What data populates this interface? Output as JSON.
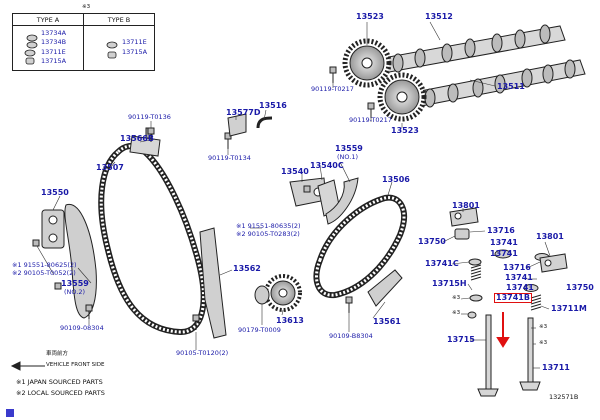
{
  "type_table": {
    "mark": "※3",
    "header_a": "TYPE A",
    "header_b": "TYPE B",
    "a_parts": [
      "13734A",
      "13734B",
      "13711E",
      "13715A"
    ],
    "b_parts": [
      "13711E",
      "13715A"
    ]
  },
  "camshaft_parts": [
    "13523",
    "13512",
    "90119-T0217",
    "90119-T0217",
    "13511",
    "13523"
  ],
  "timing_parts": [
    "90119-T0136",
    "13577D",
    "13516",
    "13566B",
    "90119-T0134",
    "13559",
    "(NO.1)",
    "13507",
    "13540",
    "13540C",
    "13506"
  ],
  "left_parts": [
    "13550",
    "※1 91551-80625(2)",
    "※2 90105-T0052(2)",
    "13559",
    "(NO.2)",
    "90109-08304"
  ],
  "center_parts": [
    "※1 91551-80635(2)",
    "※2 90105-T0283(2)",
    "13562",
    "13613",
    "90179-T0009",
    "90105-T0120(2)",
    "90109-B8304",
    "13561"
  ],
  "valve_parts": [
    "13801",
    "13716",
    "13750",
    "13741",
    "13741",
    "13741C",
    "13715H",
    "※3",
    "13741B",
    "※3",
    "13715",
    "13801",
    "13716",
    "13741",
    "13741",
    "13750",
    "13711M",
    "※3",
    "※3",
    "13711"
  ],
  "vehicle_front": {
    "jp": "車両前方",
    "en": "VEHICLE FRONT SIDE"
  },
  "notes": [
    "※1 JAPAN SOURCED PARTS",
    "※2 LOCAL SOURCED PARTS"
  ],
  "diagram_id": "132571B",
  "colors": {
    "part_number": "#1a1aa8",
    "highlight": "#e01010",
    "line": "#333333",
    "corner_marker": "#3a3acc"
  }
}
